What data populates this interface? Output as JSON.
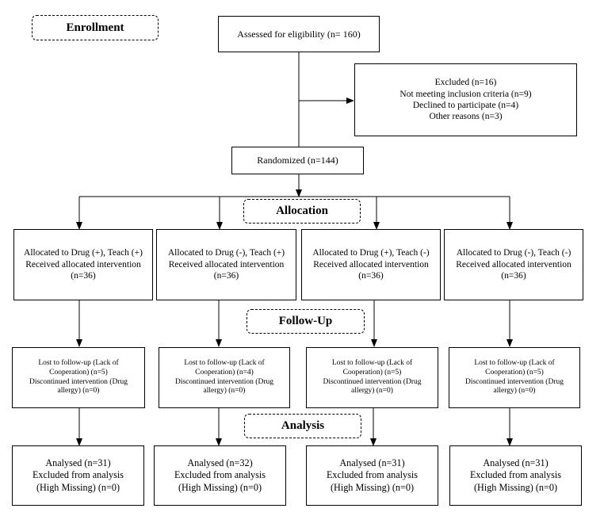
{
  "stages": {
    "enrollment": "Enrollment",
    "allocation": "Allocation",
    "follow_up": "Follow-Up",
    "analysis": "Analysis"
  },
  "assessed": "Assessed for eligibility (n= 160)",
  "excluded": {
    "title": "Excluded (n=16)",
    "reasons": [
      "Not meeting inclusion criteria (n=9)",
      "Declined to participate (n=4)",
      "Other reasons (n=3)"
    ]
  },
  "randomized": "Randomized (n=144)",
  "arms": [
    {
      "allocation": [
        "Allocated to Drug (+), Teach (+)",
        "Received allocated intervention",
        "(n=36)"
      ],
      "followup": [
        "Lost to follow-up (Lack of",
        "Cooperation) (n=5)",
        "Discontinued intervention (Drug",
        "allergy) (n=0)"
      ],
      "analysis": [
        "Analysed (n=31)",
        "Excluded from analysis",
        "(High Missing) (n=0)"
      ]
    },
    {
      "allocation": [
        "Allocated to Drug (-), Teach (+)",
        "Received allocated intervention",
        "(n=36)"
      ],
      "followup": [
        "Lost to follow-up (Lack of",
        "Cooperation) (n=4)",
        "Discontinued intervention (Drug",
        "allergy) (n=0)"
      ],
      "analysis": [
        "Analysed (n=32)",
        "Excluded from analysis",
        "(High Missing) (n=0)"
      ]
    },
    {
      "allocation": [
        "Allocated to Drug (+), Teach (-)",
        "Received allocated intervention",
        "(n=36)"
      ],
      "followup": [
        "Lost to follow-up (Lack of",
        "Cooperation) (n=5)",
        "Discontinued intervention (Drug",
        "allergy) (n=0)"
      ],
      "analysis": [
        "Analysed (n=31)",
        "Excluded from analysis",
        "(High Missing) (n=0)"
      ]
    },
    {
      "allocation": [
        "Allocated to Drug (-), Teach (-)",
        "Received allocated intervention",
        "(n=36)"
      ],
      "followup": [
        "Lost to follow-up (Lack of",
        "Cooperation) (n=5)",
        "Discontinued intervention (Drug",
        "allergy) (n=0)"
      ],
      "analysis": [
        "Analysed (n=31)",
        "Excluded from analysis",
        "(High Missing) (n=0)"
      ]
    }
  ]
}
